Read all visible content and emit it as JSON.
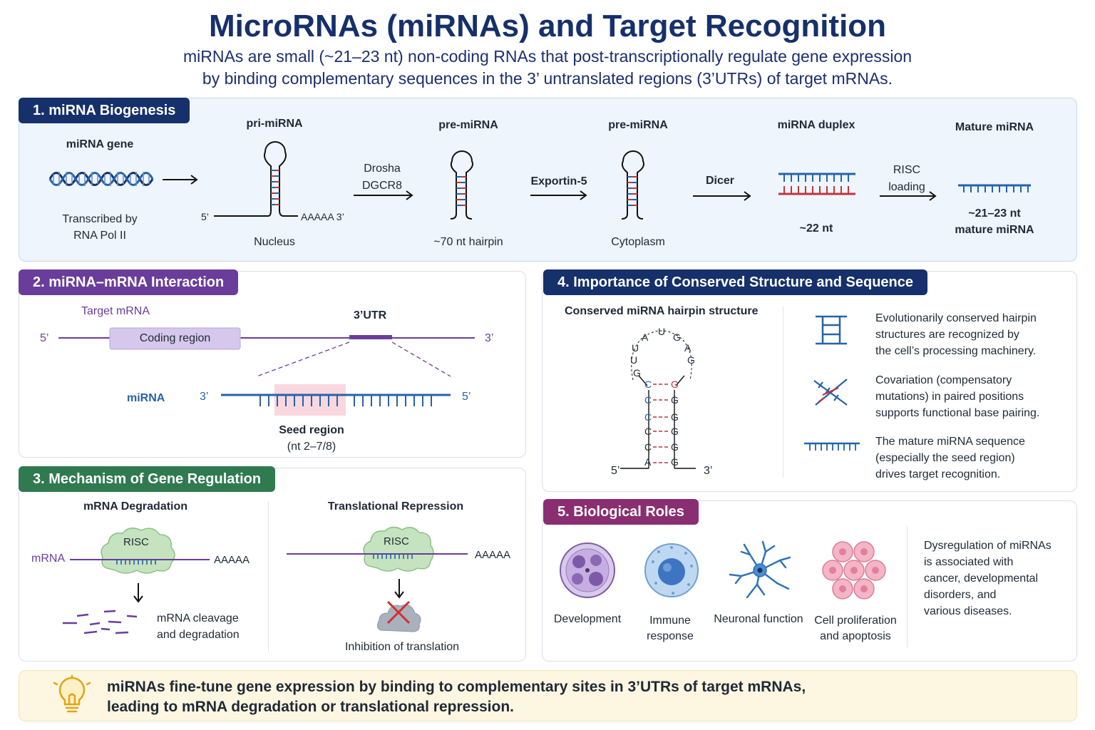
{
  "title": "MicroRNAs (miRNAs) and Target Recognition",
  "subtitle_line1": "miRNAs are small (~21–23 nt) non-coding RNAs that post-transcriptionally regulate gene expression",
  "subtitle_line2": "by binding complementary sequences in the 3’ untranslated regions (3’UTRs) of target mRNAs.",
  "colors": {
    "navy": "#16306b",
    "purple": "#6a3d9a",
    "green": "#2f7a4f",
    "magenta": "#8a2e72",
    "strand_blue": "#2563a8",
    "strand_red": "#c0343f",
    "lavender": "#d5c8ec"
  },
  "biogenesis": {
    "panel_title": "1. miRNA Biogenesis",
    "gene_label": "miRNA gene",
    "gene_caption_1": "Transcribed by",
    "gene_caption_2": "RNA Pol II",
    "pri_label": "pri-miRNA",
    "pri_5": "5’",
    "pri_3": "AAAAA  3’",
    "nucleus": "Nucleus",
    "drosha_1": "Drosha",
    "drosha_2": "DGCR8",
    "pre1_label": "pre-miRNA",
    "pre1_caption": "~70 nt hairpin",
    "exportin": "Exportin-5",
    "pre2_label": "pre-miRNA",
    "pre2_caption": "Cytoplasm",
    "dicer": "Dicer",
    "duplex_label": "miRNA duplex",
    "duplex_caption": "~22 nt",
    "risc_1": "RISC",
    "risc_2": "loading",
    "mature_label": "Mature miRNA",
    "mature_caption_1": "~21–23 nt",
    "mature_caption_2": "mature miRNA"
  },
  "interaction": {
    "panel_title": "2. miRNA–mRNA Interaction",
    "target_label": "Target mRNA",
    "five": "5’",
    "three": "3’",
    "coding": "Coding region",
    "utr": "3’UTR",
    "mirna": "miRNA",
    "mi_three": "3’",
    "mi_five": "5’",
    "seed_1": "Seed region",
    "seed_2": "(nt 2–7/8)"
  },
  "mechanism": {
    "panel_title": "3. Mechanism of Gene Regulation",
    "deg_title": "mRNA Degradation",
    "risc": "RISC",
    "mrna": "mRNA",
    "polya": "AAAAA",
    "cleave_1": "mRNA cleavage",
    "cleave_2": "and degradation",
    "rep_title": "Translational Repression",
    "risc2": "RISC",
    "polya2": "AAAAA",
    "inhibit": "Inhibition of translation"
  },
  "conserved": {
    "panel_title": "4. Importance of Conserved Structure and Sequence",
    "hairpin_title": "Conserved miRNA hairpin structure",
    "five": "5’",
    "three": "3’",
    "loop": [
      "A",
      "U",
      "G",
      "A",
      "U",
      "G",
      "U",
      "G"
    ],
    "left_stem": [
      "C",
      "C",
      "C",
      "C",
      "C",
      "A"
    ],
    "right_stem": [
      "G",
      "G",
      "G",
      "G",
      "G",
      "G"
    ],
    "point1_1": "Evolutionarily conserved hairpin",
    "point1_2": "structures are recognized by",
    "point1_3": "the cell’s processing machinery.",
    "point2_1": "Covariation (compensatory",
    "point2_2": "mutations) in paired positions",
    "point2_3": "supports functional base pairing.",
    "point3_1": "The mature miRNA sequence",
    "point3_2": "(especially the seed region)",
    "point3_3": "drives target recognition."
  },
  "roles": {
    "panel_title": "5. Biological Roles",
    "development": "Development",
    "immune_1": "Immune",
    "immune_2": "response",
    "neuronal": "Neuronal function",
    "prolif_1": "Cell proliferation",
    "prolif_2": "and apoptosis",
    "dys_1": "Dysregulation of miRNAs",
    "dys_2": "is associated with",
    "dys_3": "cancer, developmental",
    "dys_4": "disorders, and",
    "dys_5": "various diseases."
  },
  "takeaway": {
    "line1": "miRNAs fine-tune gene expression by binding to complementary sites in 3’UTRs of target mRNAs,",
    "line2": "leading to mRNA degradation or translational repression."
  }
}
